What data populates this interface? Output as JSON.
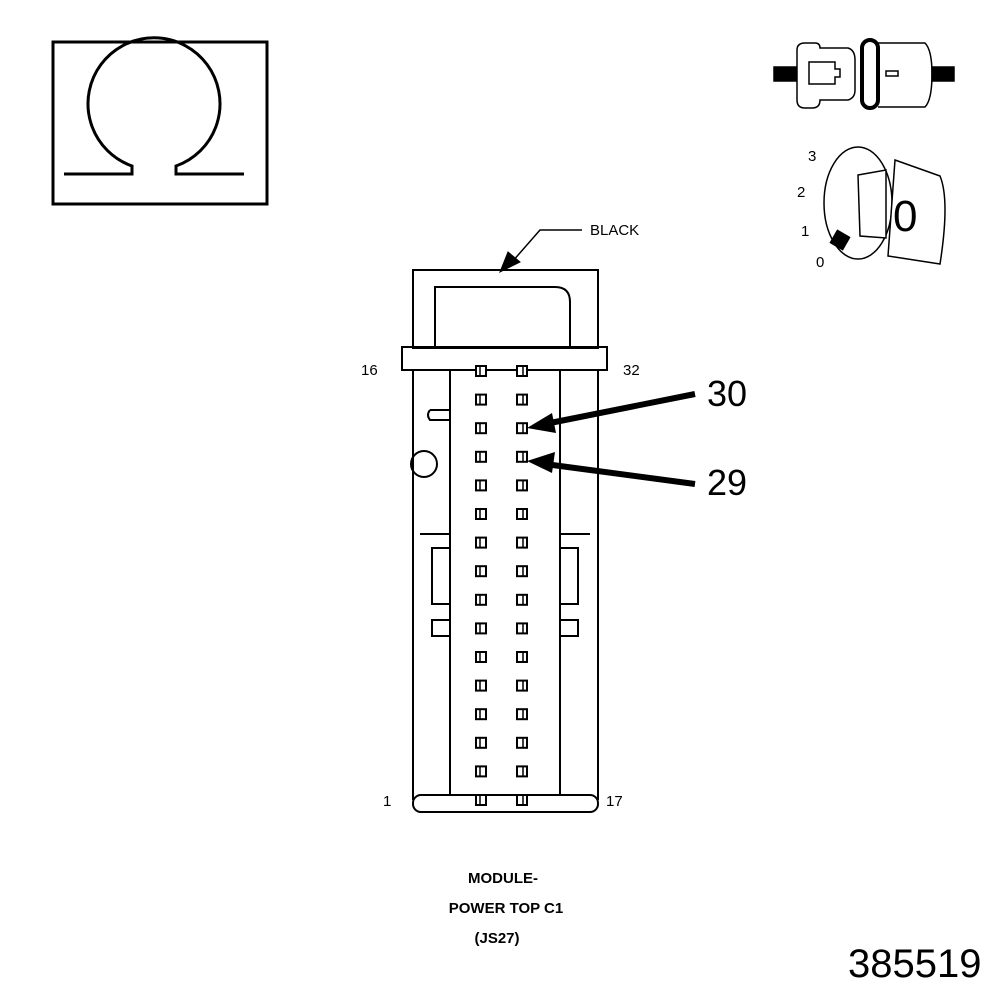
{
  "symbol": {
    "name": "ohm",
    "glyph": "Ω"
  },
  "connector": {
    "color_label": "BLACK",
    "pin_labels": {
      "top_left": "16",
      "top_right": "32",
      "bottom_left": "1",
      "bottom_right": "17"
    },
    "rows": 16,
    "callouts": [
      {
        "pin": "30"
      },
      {
        "pin": "29"
      }
    ],
    "title_lines": [
      "MODULE-",
      "POWER TOP C1",
      "(JS27)"
    ]
  },
  "ignition": {
    "positions": [
      "3",
      "2",
      "1",
      "0"
    ],
    "key_label": "0"
  },
  "figure_number": "385519"
}
